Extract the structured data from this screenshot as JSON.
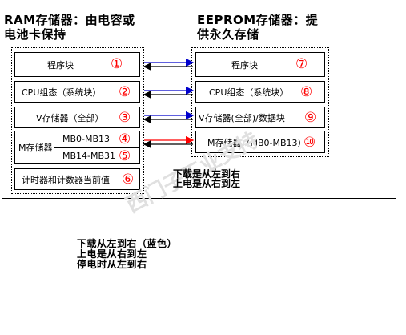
{
  "ram": {
    "title": "RAM存储器：由电容或\n电池卡保持",
    "rows": [
      {
        "label": "程序块",
        "num": "①"
      },
      {
        "label": "CPU组态（系统块）",
        "num": "②"
      },
      {
        "label": "V存储器（全部）",
        "num": "③"
      },
      {
        "group": "M存储器",
        "label": "MB0-MB13",
        "num": "④"
      },
      {
        "label": "MB14-MB31",
        "num": "⑤"
      },
      {
        "label": "计时器和计数器当前值",
        "num": "⑥"
      }
    ]
  },
  "eeprom": {
    "title": "EEPROM存储器：提\n供永久存储",
    "rows": [
      {
        "label": "程序块",
        "num": "⑦"
      },
      {
        "label": "CPU组态（系统块）",
        "num": "⑧"
      },
      {
        "label": "V存储器(全部)/数据块",
        "num": "⑨"
      },
      {
        "label": "M存储器（MB0-MB13）",
        "num": "⑩"
      }
    ]
  },
  "notes": {
    "download": "下载是从左到右",
    "powerup": "上电是从右到左"
  },
  "legend": {
    "line1": "下载从左到右（蓝色）",
    "line2": "上电是从右到左",
    "line3": "停电时从左到右"
  },
  "colors": {
    "accent_red": "#ff0000",
    "arrow_blue": "#0000cc",
    "arrow_black": "#000000"
  }
}
